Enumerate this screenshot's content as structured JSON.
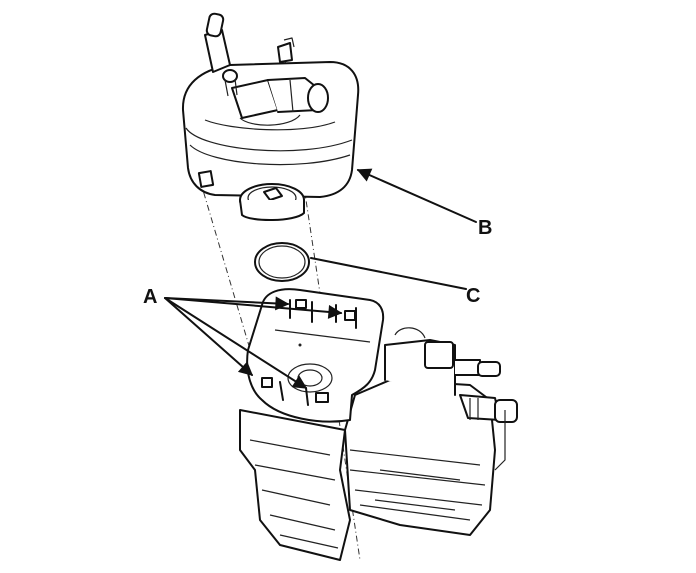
{
  "diagram": {
    "callouts": [
      {
        "id": "A",
        "label": "A",
        "targets": 4
      },
      {
        "id": "B",
        "label": "B"
      },
      {
        "id": "C",
        "label": "C"
      }
    ],
    "colors": {
      "line": "#111111",
      "background": "#ffffff"
    }
  }
}
